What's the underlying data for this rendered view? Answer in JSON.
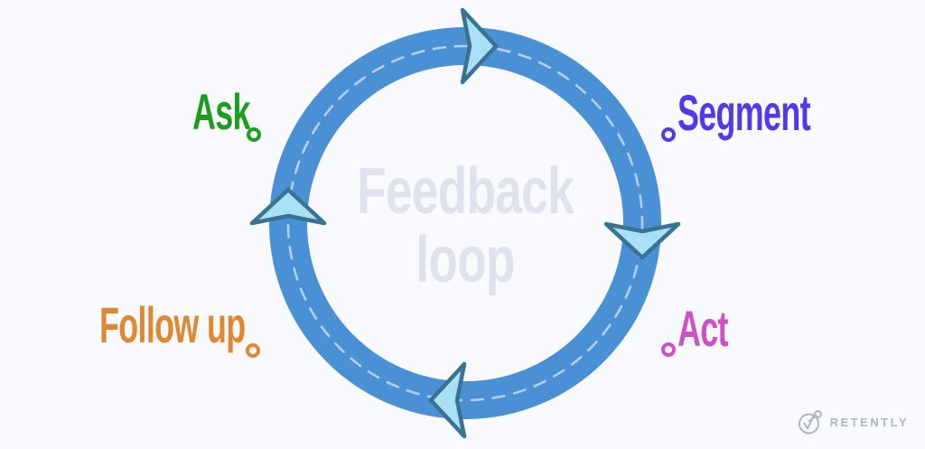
{
  "diagram": {
    "title": {
      "line1": "Feedback",
      "line2": "loop",
      "color": "#dee3ed"
    },
    "ring": {
      "color": "#4a90d5",
      "dash_color": "#b3cfed"
    },
    "arrows": {
      "fill": "#a9e0f6",
      "stroke": "#3a7292",
      "direction": "clockwise"
    },
    "stages": [
      {
        "label": "Ask",
        "color": "#1b9e20"
      },
      {
        "label": "Segment",
        "color": "#5438ee"
      },
      {
        "label": "Act",
        "color": "#d14fc6"
      },
      {
        "label": "Follow up",
        "color": "#e2862f"
      }
    ]
  },
  "footer": {
    "brand": "RETENTLY",
    "color": "#a9b6c9"
  }
}
